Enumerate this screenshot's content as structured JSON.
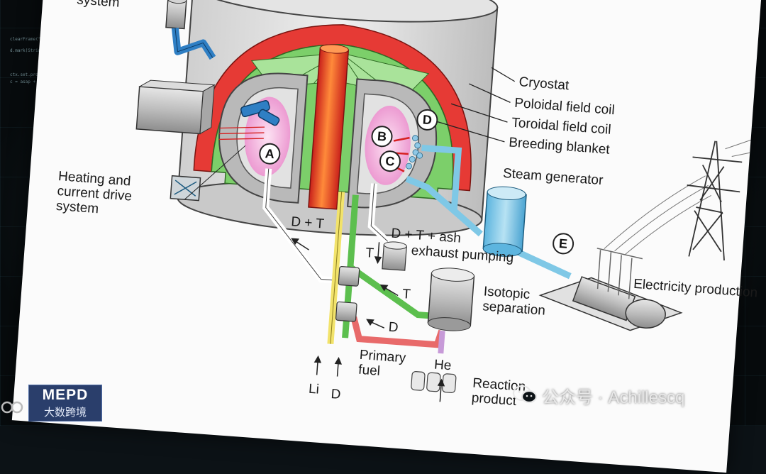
{
  "labels": {
    "remote_handling": "Remote handling system",
    "cryostat": "Cryostat",
    "poloidal": "Poloidal field coil",
    "toroidal": "Toroidal field coil",
    "breeding": "Breeding blanket",
    "steam": "Steam generator",
    "heating": "Heating and current drive system",
    "dt": "D + T",
    "dt_ash": "D + T + ash",
    "exhaust": "exhaust pumping",
    "t1": "T",
    "t2": "T",
    "d_flow": "D",
    "isotopic": "Isotopic separation",
    "electricity": "Electricity production",
    "primary_fuel": "Primary fuel",
    "li": "Li",
    "d_input": "D",
    "he": "He",
    "reaction_product": "Reaction product"
  },
  "letters": {
    "a": "A",
    "b": "B",
    "c": "C",
    "d": "D",
    "e": "E"
  },
  "watermark": {
    "logo_title": "MEPD",
    "logo_sub": "大数跨境",
    "account": "公众号 · Achillescq"
  },
  "colors": {
    "coil_red": "#e63a35",
    "blanket_green": "#7ccf6a",
    "vessel_gray": "#b9b9b9",
    "plasma_pink": "#f4a9d8",
    "steam_blue": "#7fc8e6",
    "arm_blue": "#2f7fc4",
    "fuel_yellow": "#f2e36b",
    "fuel_green": "#5cbf4e",
    "fuel_red": "#e86a6a"
  }
}
